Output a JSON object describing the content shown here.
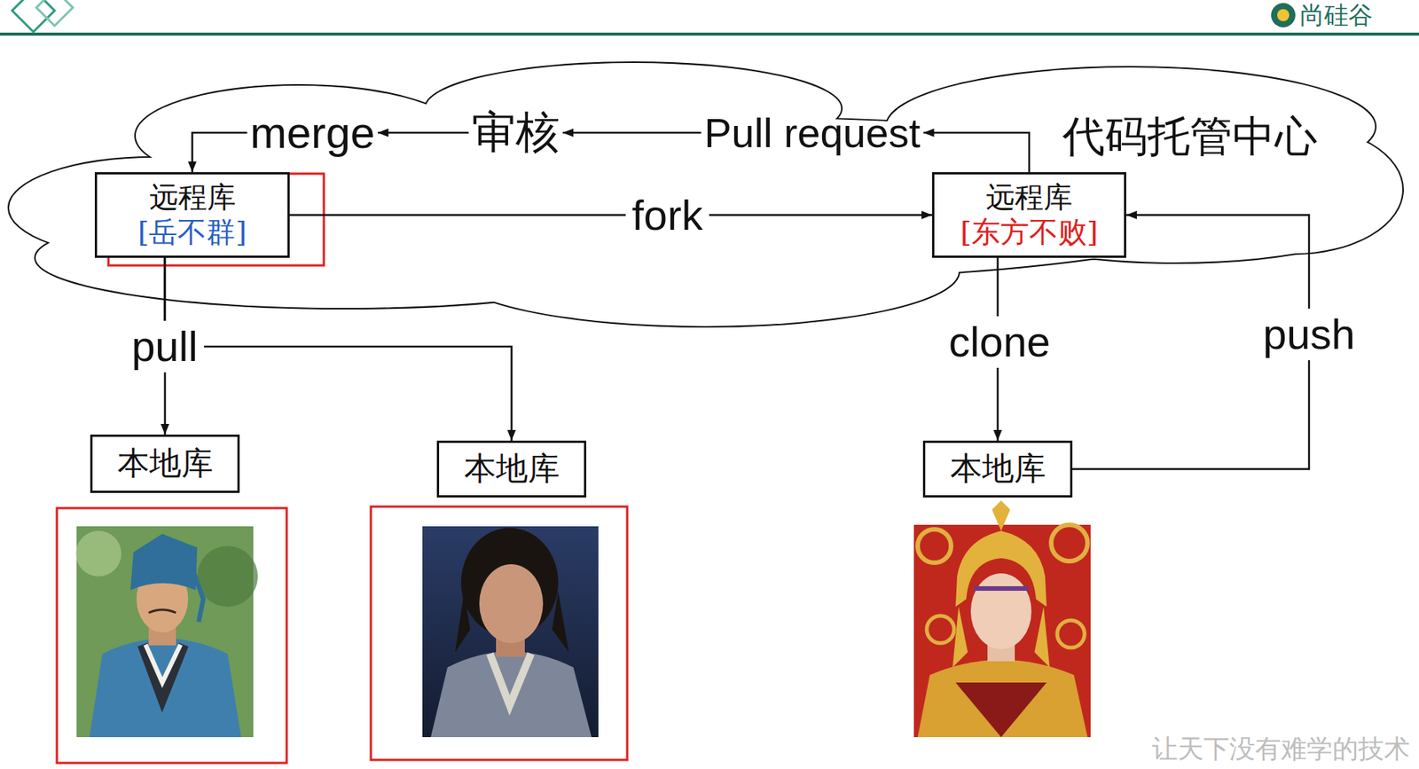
{
  "diagram": {
    "nodes": [
      {
        "text": [
          "merge"
        ]
      },
      {
        "text": [
          "审核"
        ]
      },
      {
        "text": [
          "Pull request"
        ]
      },
      {
        "text": [
          "远程库",
          "[岳不群]"
        ]
      },
      {
        "text": [
          "远程库",
          "[东方不败]"
        ]
      },
      {
        "text": [
          "本地库"
        ]
      },
      {
        "text": [
          "本地库"
        ]
      },
      {
        "text": [
          "本地库"
        ]
      }
    ],
    "edges": [
      {
        "from": 2,
        "to": 1,
        "arrow": "to"
      },
      {
        "from": 1,
        "to": 0,
        "arrow": "to"
      },
      {
        "from": 0,
        "to": 3,
        "arrow": "to"
      },
      {
        "from": 4,
        "to": 2,
        "arrow": "to"
      },
      {
        "from": 3,
        "to": 4,
        "label": "fork",
        "arrow": "to"
      },
      {
        "from": 3,
        "to": 5,
        "label": "pull",
        "arrow": "to"
      },
      {
        "from": 3,
        "to": 6,
        "arrow": "to"
      },
      {
        "from": 4,
        "to": 7,
        "label": "clone",
        "arrow": "to"
      },
      {
        "from": 7,
        "to": 4,
        "label": "push",
        "arrow": "to"
      }
    ],
    "labels": [
      "尚硅谷",
      "代码托管中心",
      "让天下没有难学的技术"
    ]
  }
}
